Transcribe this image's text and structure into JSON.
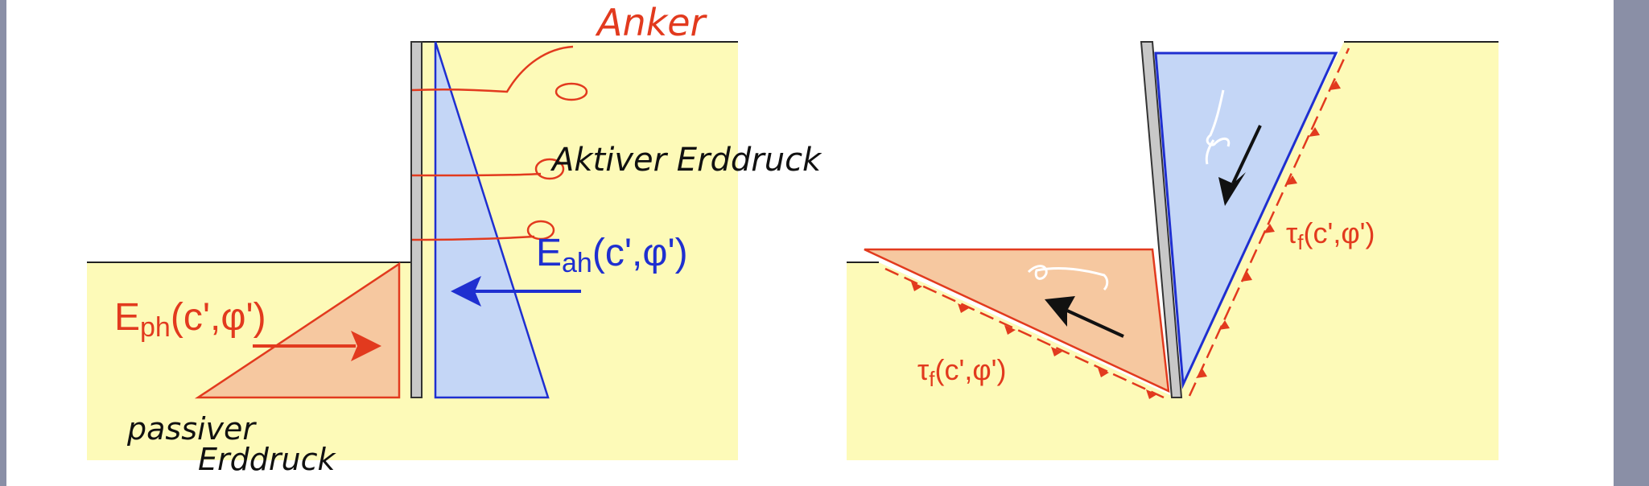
{
  "colors": {
    "soil": "#fdfab8",
    "active_wedge": "#c4d6f6",
    "active_stroke": "#1f2fd0",
    "passive_wedge": "#f6c8a0",
    "red": "#e23a1e",
    "wall": "#c8c8c8",
    "ink": "#111111",
    "frame": "#8a8fa6"
  },
  "left_diagram": {
    "active_force": {
      "main": "E",
      "sub": "ah",
      "args": "(c',φ')"
    },
    "passive_force": {
      "main": "E",
      "sub": "ph",
      "args": "(c',φ')"
    }
  },
  "right_diagram": {
    "shear_right": {
      "main": "τ",
      "sub": "f",
      "args": "(c',φ')"
    },
    "shear_left": {
      "main": "τ",
      "sub": "f",
      "args": "(c',φ')"
    }
  },
  "annotations": {
    "anchor": "Anker",
    "active_pressure": "Aktiver Erddruck",
    "passive_line1": "passiver",
    "passive_line2": "Erddruck"
  },
  "icons": [
    "active-force-arrow",
    "passive-force-arrow",
    "sliding-arrow-icon",
    "shear-arrowhead-icon"
  ]
}
